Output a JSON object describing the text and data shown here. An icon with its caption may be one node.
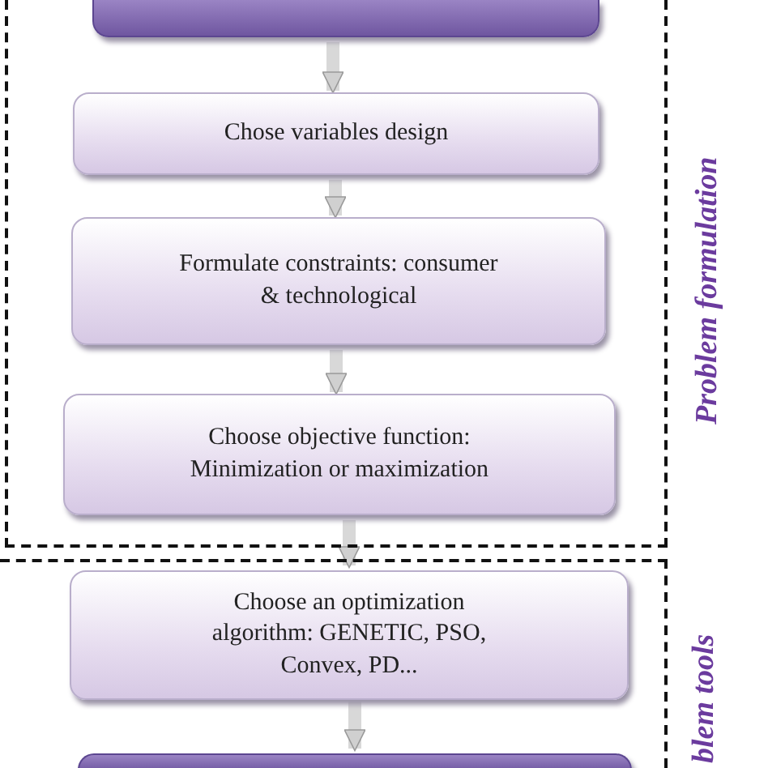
{
  "diagram": {
    "nodes": [
      {
        "text": [
          "Problem formulation"
        ]
      },
      {
        "text": [],
        "shape": "box",
        "in": 0
      },
      {
        "text": [
          "Chose  variables design"
        ],
        "in": 0
      },
      {
        "text": [
          "Formulate constraints: consumer & technological"
        ],
        "in": 0
      },
      {
        "text": [
          "Choose objective function: Minimization or maximization"
        ],
        "in": 0
      },
      {
        "text": [
          "blem tools"
        ]
      },
      {
        "text": [
          "Choose an optimization algorithm: GENETIC, PSO, Convex, PD..."
        ],
        "in": 5
      },
      {
        "text": [],
        "shape": "box",
        "in": 5
      }
    ],
    "edges": [
      {
        "from": 1,
        "to": 2,
        "arrow": "to"
      },
      {
        "from": 2,
        "to": 3,
        "arrow": "to"
      },
      {
        "from": 3,
        "to": 4,
        "arrow": "to"
      },
      {
        "from": 4,
        "to": 6,
        "arrow": "to"
      },
      {
        "from": 6,
        "to": 7,
        "arrow": "to"
      }
    ]
  }
}
